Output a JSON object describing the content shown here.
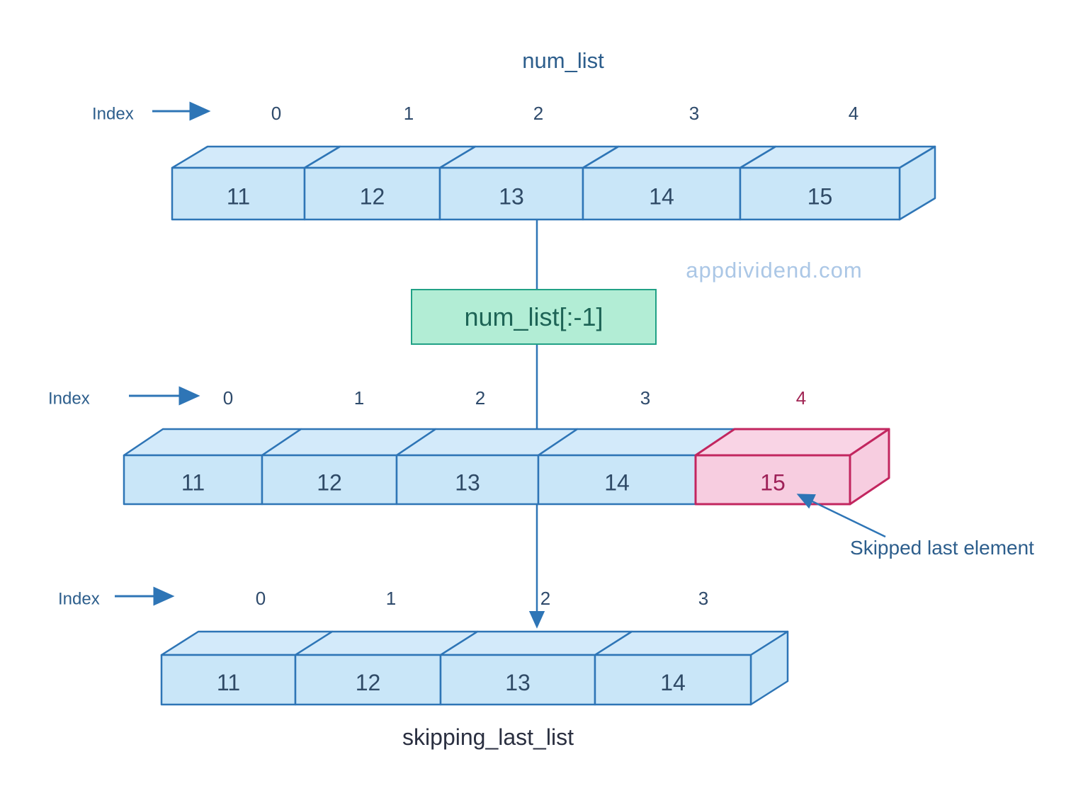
{
  "diagram": {
    "title": "num_list",
    "watermark": "appdividend.com",
    "operation": {
      "label": "num_list[:-1]"
    },
    "annotation": {
      "label": "Skipped last element"
    },
    "bottom_title": "skipping_last_list",
    "index_label": "Index"
  },
  "lists": [
    {
      "id": "num-list",
      "indices": [
        "0",
        "1",
        "2",
        "3",
        "4"
      ],
      "values": [
        "11",
        "12",
        "13",
        "14",
        "15"
      ],
      "highlight_last": false
    },
    {
      "id": "sliced-view",
      "indices": [
        "0",
        "1",
        "2",
        "3",
        "4"
      ],
      "values": [
        "11",
        "12",
        "13",
        "14",
        "15"
      ],
      "highlight_last": true
    },
    {
      "id": "skipping-last-list",
      "indices": [
        "0",
        "1",
        "2",
        "3"
      ],
      "values": [
        "11",
        "12",
        "13",
        "14"
      ],
      "highlight_last": false
    }
  ],
  "colors": {
    "cell_fill": "#c9e6f8",
    "cell_fill_top": "#d3eafa",
    "cell_border": "#2e75b6",
    "value_text": "#2f4a66",
    "highlight_fill": "#f7cde0",
    "highlight_fill_top": "#f9d4e5",
    "highlight_border": "#c2265f",
    "highlight_text": "#9e2158",
    "index_text": "#2e4a6b",
    "index_highlight_text": "#a12554",
    "label_text": "#2d5e8c",
    "arrow": "#2e75b6",
    "op_fill": "#b2edd5",
    "op_border": "#21a186",
    "op_text": "#1e6456",
    "watermark_text": "#abc7e6",
    "bottom_title_text": "#2a2f40"
  }
}
